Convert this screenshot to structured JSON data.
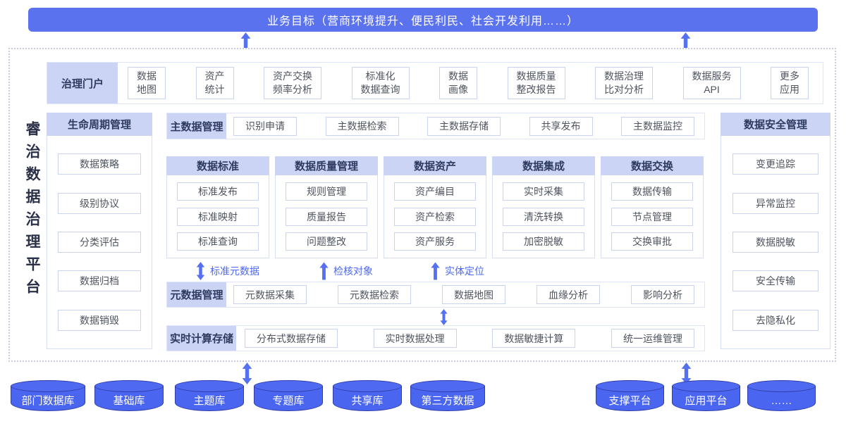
{
  "banner": {
    "label": "业务目标（营商环境提升、便民利民、社会开发利用……）"
  },
  "platform_title": "睿治数据治理平台",
  "portal": {
    "label": "治理门户",
    "items": [
      "数据\n地图",
      "资产\n统计",
      "资产交换\n频率分析",
      "标准化\n数据查询",
      "数据\n画像",
      "数据质量\n整改报告",
      "数据治理\n比对分析",
      "数据服务\nAPI",
      "更多\n应用"
    ]
  },
  "lifecycle": {
    "label": "生命周期管理",
    "items": [
      "数据策略",
      "级别协议",
      "分类评估",
      "数据归档",
      "数据销毁"
    ]
  },
  "master": {
    "label": "主数据管理",
    "items": [
      "识别申请",
      "主数据检索",
      "主数据存储",
      "共享发布",
      "主数据监控"
    ]
  },
  "modules": [
    {
      "label": "数据标准",
      "items": [
        "标准发布",
        "标准映射",
        "标准查询"
      ]
    },
    {
      "label": "数据质量管理",
      "items": [
        "规则管理",
        "质量报告",
        "问题整改"
      ]
    },
    {
      "label": "数据资产",
      "items": [
        "资产编目",
        "资产检索",
        "资产服务"
      ]
    },
    {
      "label": "数据集成",
      "items": [
        "实时采集",
        "清洗转换",
        "加密脱敏"
      ]
    },
    {
      "label": "数据交换",
      "items": [
        "数据传输",
        "节点管理",
        "交换审批"
      ]
    }
  ],
  "flows": [
    {
      "label": "标准元数据",
      "arrow": "up-down"
    },
    {
      "label": "检核对象",
      "arrow": "up"
    },
    {
      "label": "实体定位",
      "arrow": "up"
    }
  ],
  "metadata": {
    "label": "元数据管理",
    "items": [
      "元数据采集",
      "元数据检索",
      "数据地图",
      "血缘分析",
      "影响分析"
    ]
  },
  "realtime": {
    "label": "实时计算存储",
    "items": [
      "分布式数据存储",
      "实时数据处理",
      "数据敏捷计算",
      "统一运维管理"
    ]
  },
  "security": {
    "label": "数据安全管理",
    "items": [
      "变更追踪",
      "异常监控",
      "数据脱敏",
      "安全传输",
      "去隐私化"
    ]
  },
  "databases": [
    "部门数据库",
    "基础库",
    "主题库",
    "专题库",
    "共享库",
    "第三方数据"
  ],
  "platforms": [
    "支撑平台",
    "应用平台",
    "……"
  ],
  "colors": {
    "accent": "#5B72EE",
    "cylinder_fill": "#4A66F0",
    "cylinder_border": "#2F3EA8",
    "header_bg": "#CBD4F5",
    "header_text": "#2E3A60",
    "chip_border": "#C9D3EF",
    "chip_text": "#4F545F",
    "frame_border": "#C7CBDA",
    "flow_text": "#4D68F2"
  }
}
